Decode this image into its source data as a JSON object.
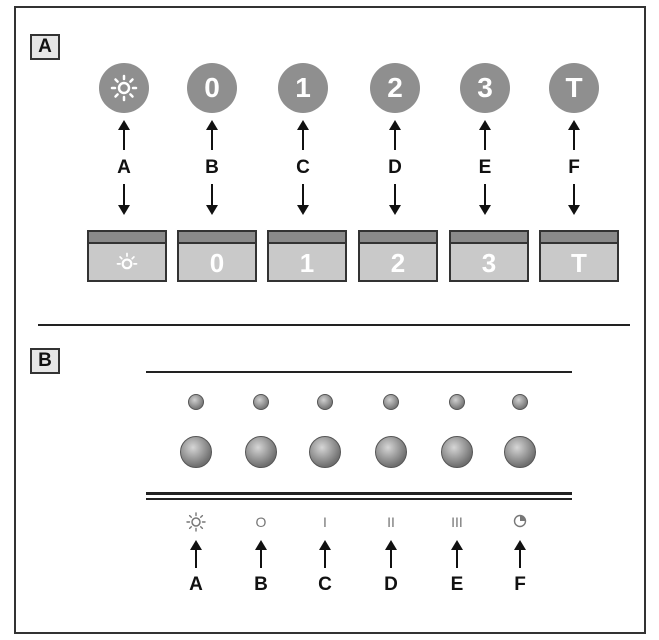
{
  "panel_a": {
    "label": "A",
    "buttons": [
      {
        "symbol": "",
        "icon": "light-bulb-icon"
      },
      {
        "symbol": "0"
      },
      {
        "symbol": "1"
      },
      {
        "symbol": "2"
      },
      {
        "symbol": "3"
      },
      {
        "symbol": "T"
      }
    ],
    "letters": [
      "A",
      "B",
      "C",
      "D",
      "E",
      "F"
    ],
    "keys": [
      {
        "symbol": "",
        "icon": "light-bulb-icon"
      },
      {
        "symbol": "0"
      },
      {
        "symbol": "1"
      },
      {
        "symbol": "2"
      },
      {
        "symbol": "3"
      },
      {
        "symbol": "T"
      }
    ]
  },
  "panel_b": {
    "label": "B",
    "symbols": [
      {
        "text": "",
        "icon": "light-bulb-icon"
      },
      {
        "text": "O"
      },
      {
        "text": "I"
      },
      {
        "text": "II"
      },
      {
        "text": "III"
      },
      {
        "text": "",
        "icon": "timer-icon"
      }
    ],
    "letters": [
      "A",
      "B",
      "C",
      "D",
      "E",
      "F"
    ]
  },
  "colors": {
    "button_fill": "#8f8f8f",
    "key_fill": "#c9c9c9",
    "line": "#111111"
  }
}
